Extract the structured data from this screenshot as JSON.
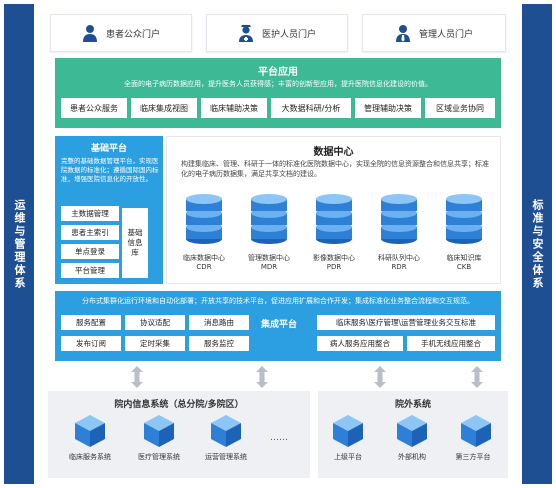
{
  "left_pillar": "运维与管理体系",
  "right_pillar": "标准与安全体系",
  "portals": [
    {
      "label": "患者公众门户",
      "icon": "patient-icon"
    },
    {
      "label": "医护人员门户",
      "icon": "nurse-icon"
    },
    {
      "label": "管理人员门户",
      "icon": "manager-icon"
    }
  ],
  "platform_app": {
    "title": "平台应用",
    "description": "全面的电子病历数据应用，提升医务人员获得感；丰富的创新型应用，提升医院信息化建设的价值。",
    "items": [
      "患者公众服务",
      "临床集成视图",
      "临床辅助决策",
      "大数据科研/分析",
      "管理辅助决策",
      "区域业务协同"
    ]
  },
  "basic_platform": {
    "title": "基础平台",
    "description": "完整的基础数据管理平台，实现医院数据的标准化；遵循国际国内标准，增强医院信息化的开放性。",
    "items": [
      "主数据管理",
      "患者主索引",
      "单点登录",
      "平台管理"
    ],
    "side_label": "基础信息库"
  },
  "data_center": {
    "title": "数据中心",
    "description": "构建集临床、管理、科研于一体的标准化医院数据中心，实现全院的信息资源整合和信息共享；标准化的电子病历数据集，满足共享文档的建设。",
    "databases": [
      {
        "name": "临床数据中心",
        "code": "CDR"
      },
      {
        "name": "管理数据中心",
        "code": "MDR"
      },
      {
        "name": "影像数据中心",
        "code": "PDR"
      },
      {
        "name": "科研队列中心",
        "code": "RDR"
      },
      {
        "name": "临床知识库",
        "code": "CKB"
      }
    ]
  },
  "integration": {
    "title": "集成平台",
    "description": "分布式集群化运行环境和自动化部署；开放共享的技术平台，促进应用扩展和合作开发；集成标准化业务整合流程和交互规范。",
    "left_items": [
      "服务配置",
      "协议适配",
      "消息路由",
      "发布订阅",
      "定时采集",
      "服务监控"
    ],
    "right_items": [
      "临床服务\\医疗管理\\运营管理业务交互标准",
      "病人服务应用整合",
      "手机无线应用整合"
    ]
  },
  "internal_system": {
    "title": "院内信息系统（总分院/多院区）",
    "items": [
      "临床服务系统",
      "医疗管理系统",
      "运营管理系统"
    ],
    "ellipsis": "……"
  },
  "external_system": {
    "title": "院外系统",
    "items": [
      "上级平台",
      "外部机构",
      "第三方平台"
    ]
  },
  "colors": {
    "pillar": "#1f4f93",
    "platform_green": "#3dba95",
    "blue": "#2b9fe0",
    "db_blue": "#2e7fd6",
    "system_bg": "#eef0f3"
  }
}
